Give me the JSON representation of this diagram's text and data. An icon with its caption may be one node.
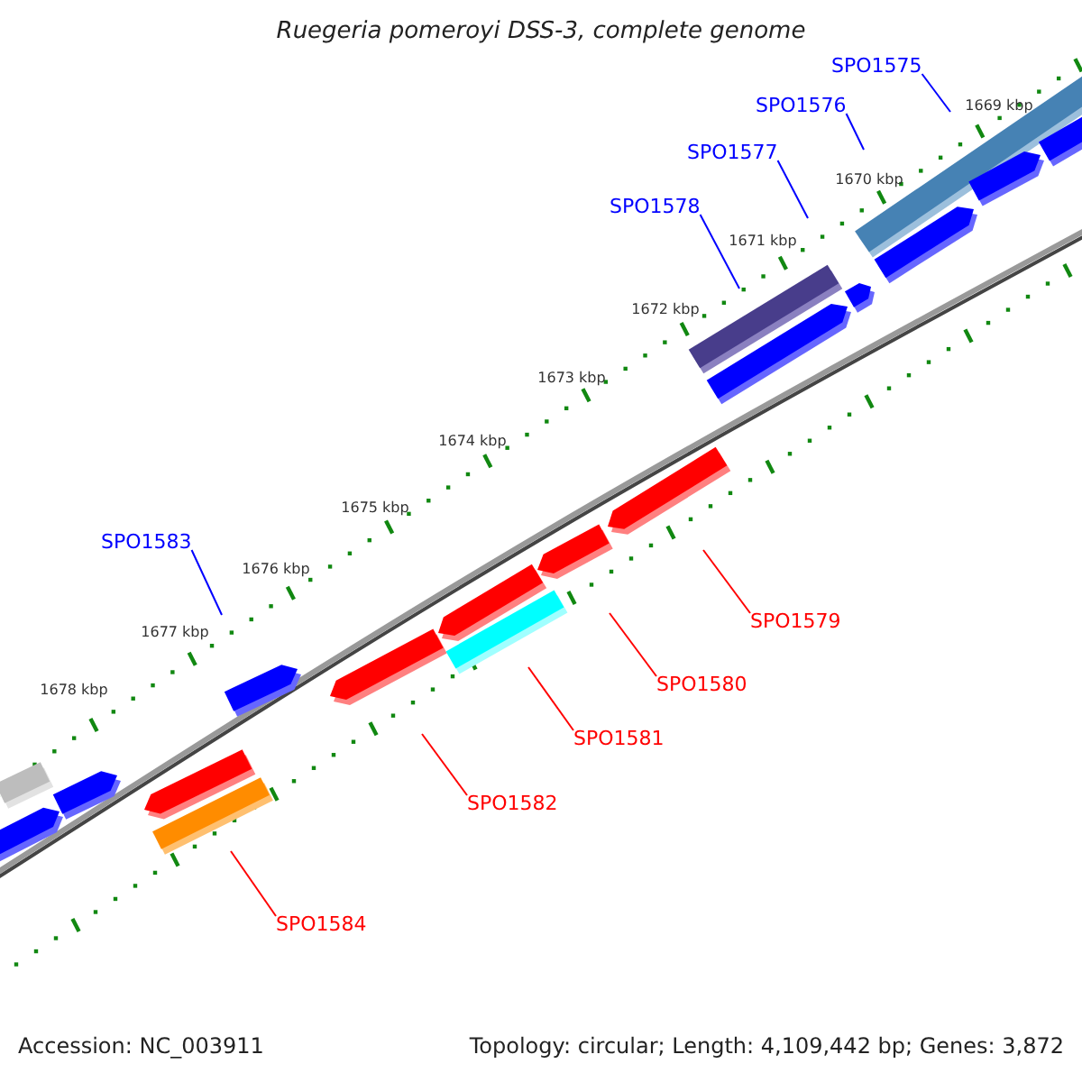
{
  "diagram": {
    "title": "Ruegeria pomeroyi DSS-3, complete genome",
    "nodes": [
      {
        "text": [
          "SPO1575"
        ]
      },
      {
        "text": [
          "SPO1576"
        ]
      },
      {
        "text": [
          "SPO1577"
        ]
      },
      {
        "text": [
          "SPO1578"
        ]
      },
      {
        "text": [
          "SPO1583"
        ]
      },
      {
        "text": [
          "SPO1579"
        ]
      },
      {
        "text": [
          "SPO1580"
        ]
      },
      {
        "text": [
          "SPO1581"
        ]
      },
      {
        "text": [
          "SPO1582"
        ]
      },
      {
        "text": [
          "SPO1584"
        ]
      }
    ],
    "edges": [
      {
        "from": 0,
        "to": null,
        "arrow": "none",
        "color": "#0000ff"
      },
      {
        "from": 1,
        "to": null,
        "arrow": "none",
        "color": "#0000ff"
      },
      {
        "from": 2,
        "to": null,
        "arrow": "none",
        "color": "#0000ff"
      },
      {
        "from": 3,
        "to": null,
        "arrow": "none",
        "color": "#0000ff"
      },
      {
        "from": 4,
        "to": null,
        "arrow": "none",
        "color": "#0000ff"
      },
      {
        "from": 5,
        "to": null,
        "arrow": "none",
        "color": "#ff0000"
      },
      {
        "from": 6,
        "to": null,
        "arrow": "none",
        "color": "#ff0000"
      },
      {
        "from": 7,
        "to": null,
        "arrow": "none",
        "color": "#ff0000"
      },
      {
        "from": 8,
        "to": null,
        "arrow": "none",
        "color": "#ff0000"
      },
      {
        "from": 9,
        "to": null,
        "arrow": "none",
        "color": "#ff0000"
      }
    ],
    "labels": [
      "1669 kbp",
      "1670 kbp",
      "1671 kbp",
      "1672 kbp",
      "1673 kbp",
      "1674 kbp",
      "1675 kbp",
      "1676 kbp",
      "1677 kbp",
      "1678 kbp",
      "Accession: NC_003911",
      "Topology: circular; Length: 4,109,442 bp; Genes: 3,872"
    ]
  }
}
